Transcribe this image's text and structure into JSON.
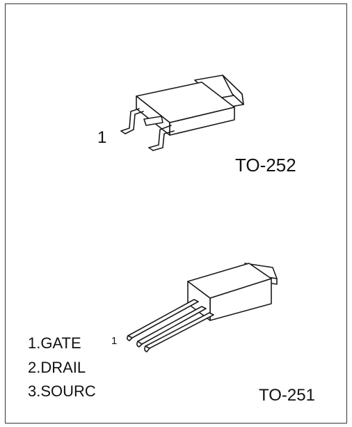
{
  "packages": [
    {
      "name": "TO-252",
      "pin_marker": "1"
    },
    {
      "name": "TO-251",
      "pin_marker": "1"
    }
  ],
  "pin_list": [
    "1.GATE",
    "2.DRAIL",
    "3.SOURC"
  ]
}
